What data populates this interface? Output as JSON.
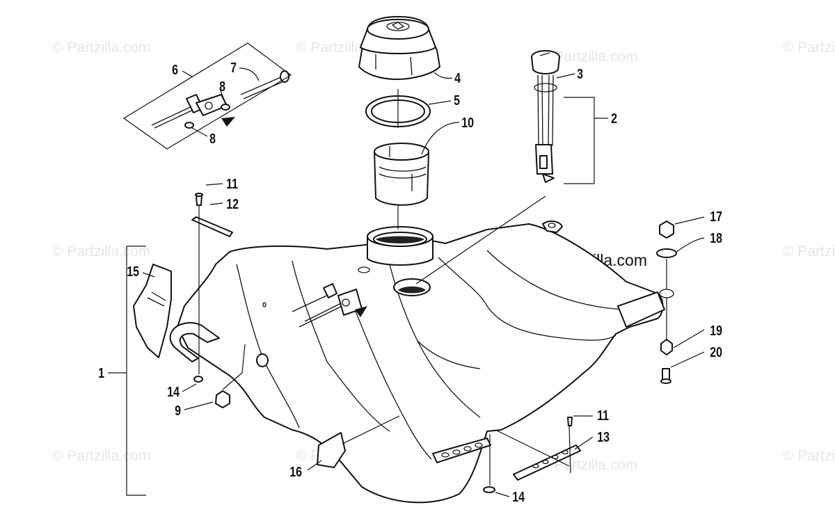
{
  "watermark": "© Partzilla.com",
  "copyright_label": "© Partzilla.com",
  "callouts": {
    "c1": "1",
    "c2": "2",
    "c3": "3",
    "c4": "4",
    "c5": "5",
    "c6": "6",
    "c7": "7",
    "c8a": "8",
    "c8b": "8",
    "c9": "9",
    "c10": "10",
    "c11a": "11",
    "c11b": "11",
    "c12": "12",
    "c13": "13",
    "c14a": "14",
    "c14b": "14",
    "c15": "15",
    "c16": "16",
    "c17": "17",
    "c18": "18",
    "c19": "19",
    "c20": "20"
  },
  "icons": {
    "fuel_cap": "fuel-cap-icon",
    "fuel_tank": "fuel-tank-icon",
    "fuel_gauge": "fuel-gauge-sender-icon"
  }
}
